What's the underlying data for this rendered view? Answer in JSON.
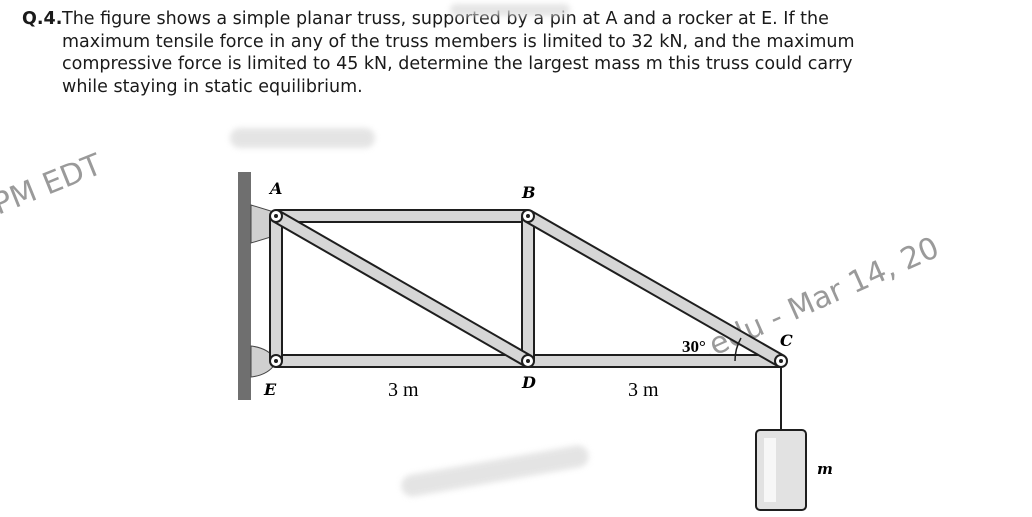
{
  "problem": {
    "number": "Q.4.",
    "lines": [
      "The figure shows a simple planar truss, supported by a pin at A and a rocker at E.  If the",
      "maximum tensile force in any of the truss members is limited to 32 kN, and the maximum",
      "compressive force is limited to 45 kN, determine the largest mass m this truss could carry",
      "while staying in static equilibrium."
    ]
  },
  "figure": {
    "joints": {
      "A": "A",
      "B": "B",
      "C": "C",
      "D": "D",
      "E": "E"
    },
    "angle_label": "30°",
    "dimensions": [
      "3 m",
      "3 m"
    ],
    "mass_label": "m"
  },
  "watermarks": {
    "left": "PM EDT",
    "right": ".edu - Mar 14, 20"
  },
  "colors": {
    "member": "#d6d6d6",
    "outline": "#1e1e1e",
    "wall": "#6f6f6f",
    "mass": "#e2e2e2"
  }
}
